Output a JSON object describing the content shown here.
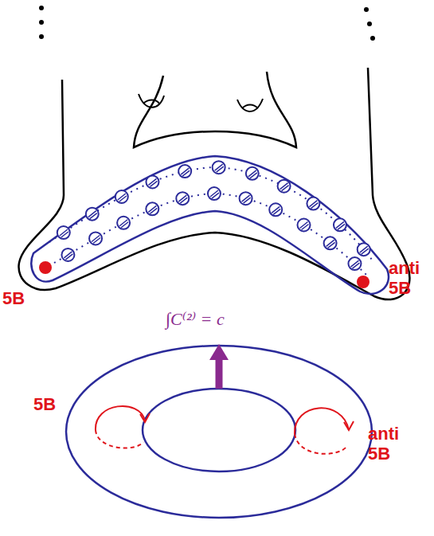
{
  "diagram": {
    "labels": [
      "5B",
      "anti 5B",
      "∫C⁽²⁾ = c",
      "5B",
      "anti 5B"
    ]
  }
}
